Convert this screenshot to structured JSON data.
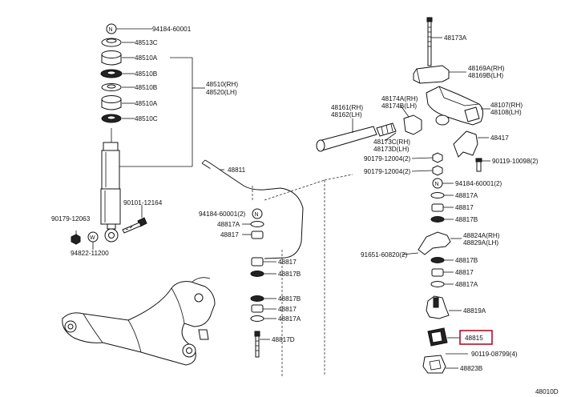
{
  "diagram_code": "48010D",
  "labels": {
    "l_941840": "94184-60001",
    "l_48513c": "48513C",
    "l_48510a_1": "48510A",
    "l_48510b": "48510B",
    "l_48510b_2": "48510B",
    "l_48510a_2": "48510A",
    "l_48510c": "48510C",
    "l_48510rh": "48510(RH)",
    "l_48520lh": "48520(LH)",
    "l_48811": "48811",
    "l_90179": "90179-12063",
    "l_94822": "94822-11200",
    "l_90101": "90101-12164",
    "l_94184_2": "94184-60001(2)",
    "l_48817a_1": "48817A",
    "l_48817_1": "48817",
    "l_48817_2": "48817",
    "l_48817b_1": "48817B",
    "l_48817b_2": "48817B",
    "l_48817_3": "48817",
    "l_48817a_2": "48817A",
    "l_48817d": "48817D",
    "l_48173a": "48173A",
    "l_48169a": "48169A(RH)",
    "l_48169b": "48169B(LH)",
    "l_48174a": "48174A(RH)",
    "l_48174b": "48174B(LH)",
    "l_48161": "48161(RH)",
    "l_48162": "48162(LH)",
    "l_48173c": "48173C(RH)",
    "l_48173d": "48173D(LH)",
    "l_48107": "48107(RH)",
    "l_48108": "48108(LH)",
    "l_48417": "48417",
    "l_90179_2": "90179-12004(2)",
    "l_90179_3": "90179-12004(2)",
    "l_90119": "90119-10098(2)",
    "l_94184_3": "94184-60001(2)",
    "l_48817a_3": "48817A",
    "l_48817_4": "48817",
    "l_48817b_3": "48817B",
    "l_48824": "48824A(RH)",
    "l_48829": "48829A(LH)",
    "l_91651": "91651-60820(2)",
    "l_48817b_4": "48817B",
    "l_48817_5": "48817",
    "l_48817a_4": "48817A",
    "l_48819a": "48819A",
    "l_48815": "48815",
    "l_90119_2": "90119-08799(4)",
    "l_48823b": "48823B"
  },
  "highlighted_part": "48815",
  "callouts": {
    "n1": "N",
    "n2": "N",
    "n3": "N",
    "w": "W"
  }
}
